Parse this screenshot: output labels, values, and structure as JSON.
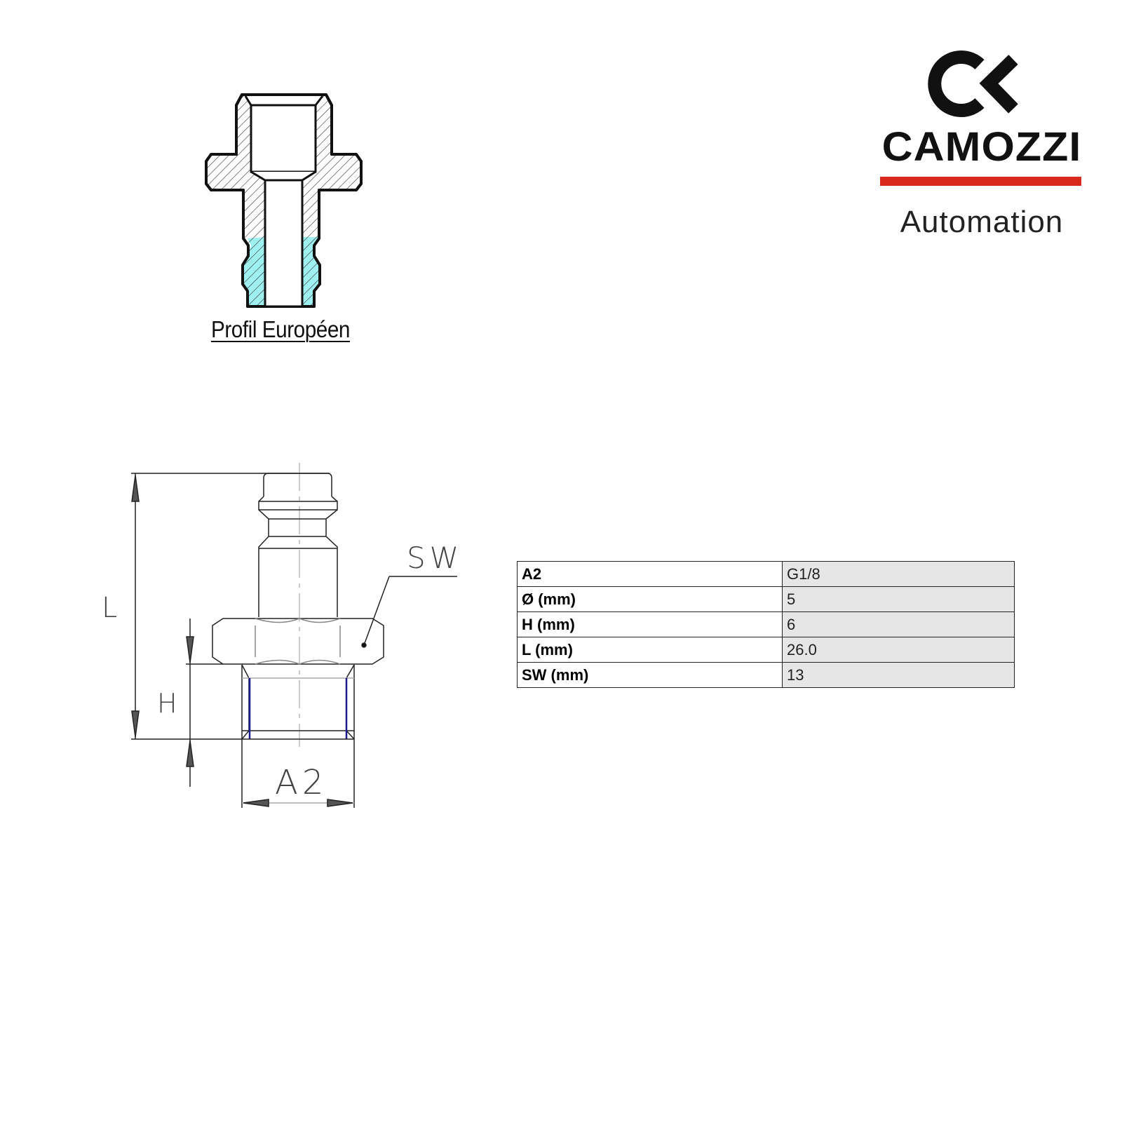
{
  "profile": {
    "label": "Profil Européen"
  },
  "brand": {
    "name": "CAMOZZI",
    "tagline": "Automation",
    "accent": "#d9291c",
    "logo_mark": "CC"
  },
  "drawing": {
    "labels": {
      "L": "L",
      "H": "H",
      "SW": "SW",
      "A2": "A2"
    },
    "thread_color": "#1a1a8c",
    "highlight_color": "#9ff0f0"
  },
  "specs": {
    "rows": [
      {
        "key": "A2",
        "value": "G1/8"
      },
      {
        "key": "Ø (mm)",
        "value": "5"
      },
      {
        "key": "H (mm)",
        "value": "6"
      },
      {
        "key": "L (mm)",
        "value": "26.0"
      },
      {
        "key": "SW (mm)",
        "value": "13"
      }
    ]
  }
}
